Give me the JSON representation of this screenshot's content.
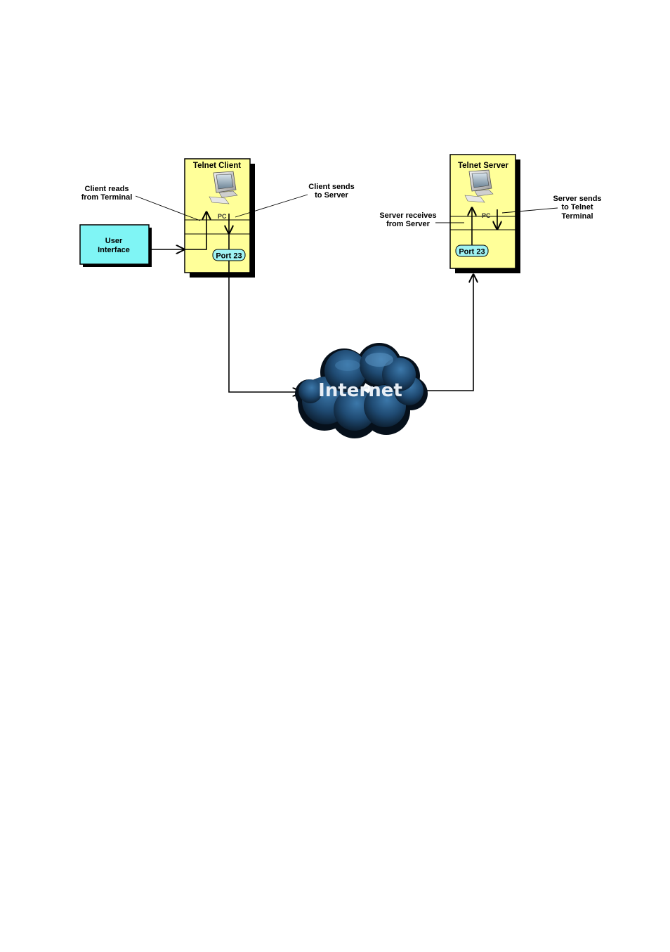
{
  "client": {
    "title": "Telnet Client",
    "pc_label": "PC",
    "port": "Port 23",
    "reads_line1": "Client reads",
    "reads_line2": "from Terminal",
    "sends_line1": "Client sends",
    "sends_line2": "to Server"
  },
  "server": {
    "title": "Telnet Server",
    "pc_label": "PC",
    "port": "Port 23",
    "receives_line1": "Server receives",
    "receives_line2": "from Server",
    "sends_line1": "Server sends",
    "sends_line2": "to Telnet",
    "sends_line3": "Terminal"
  },
  "user_interface": {
    "line1": "User",
    "line2": "Interface"
  },
  "internet": {
    "label": "Internet"
  },
  "colors": {
    "box_fill": "#ffff99",
    "ui_fill": "#7ff5f5",
    "port_fill": "#9ff3f3",
    "cloud_dark": "#0b1a2a",
    "cloud_mid": "#2a5a86"
  }
}
